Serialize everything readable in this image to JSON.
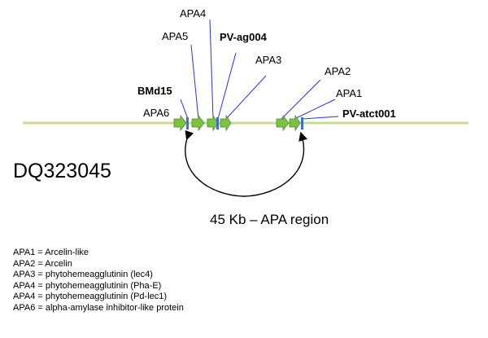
{
  "accession": "DQ323045",
  "region_caption": "45 Kb – APA region",
  "markers": [
    {
      "id": "bmd15",
      "label": "BMd15"
    },
    {
      "id": "pv-ag004",
      "label": "PV-ag004"
    },
    {
      "id": "pv-atct001",
      "label": "PV-atct001"
    }
  ],
  "genes": [
    {
      "id": "apa6",
      "label": "APA6"
    },
    {
      "id": "apa5",
      "label": "APA5"
    },
    {
      "id": "apa4",
      "label": "APA4"
    },
    {
      "id": "apa3",
      "label": "APA3"
    },
    {
      "id": "apa2",
      "label": "APA2"
    },
    {
      "id": "apa1",
      "label": "APA1"
    }
  ],
  "legend": [
    "APA1 = Arcelin-like",
    "APA2 = Arcelin",
    "APA3 = phytohemeagglutinin (lec4)",
    "APA4 = phytohemeagglutinin (Pha-E)",
    "APA4 = phytohemeagglutinin (Pd-lec1)",
    "APA6 = alpha-amylase inhibitor-like protein"
  ],
  "colors": {
    "chromosome_line": "#c6dc96",
    "gene_arrow_fill": "#7dc242",
    "gene_arrow_stroke": "#4e8a2a",
    "marker_tick": "#3d6fd0",
    "leader_line": "#2a34c8",
    "span_arc": "#000000"
  }
}
